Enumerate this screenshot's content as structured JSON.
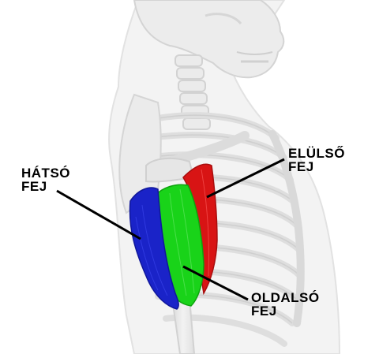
{
  "labels": {
    "posterior_head": {
      "line1": "HÁTSÓ",
      "line2": "FEJ"
    },
    "anterior_head": {
      "line1": "ELÜLSŐ",
      "line2": "FEJ"
    },
    "lateral_head": {
      "line1": "OLDALSÓ",
      "line2": "FEJ"
    }
  },
  "colors": {
    "posterior_head": "#1a23c8",
    "lateral_head": "#19d319",
    "anterior_head": "#d81414",
    "skeleton": "#e9e9e9",
    "leader_lines": "#000000"
  }
}
